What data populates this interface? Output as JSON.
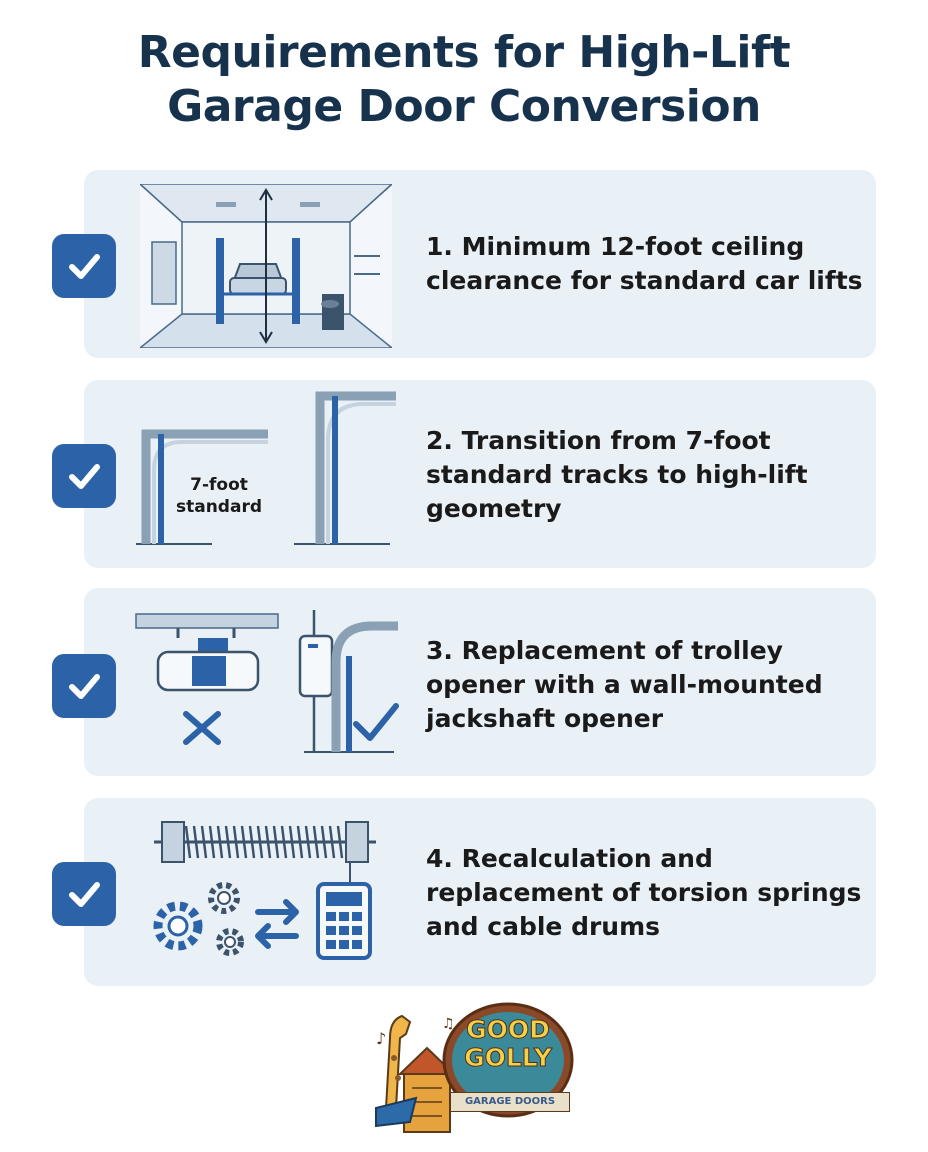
{
  "title_line1": "Requirements for High-Lift",
  "title_line2": "Garage Door Conversion",
  "items": [
    {
      "text": "1. Minimum 12-foot ceiling clearance for standard car lifts"
    },
    {
      "text": "2. Transition from 7-foot standard tracks to high-lift geometry",
      "illustration_label_1": "7-foot",
      "illustration_label_2": "standard"
    },
    {
      "text": "3. Replacement of trolley opener with a wall-mounted jackshaft opener"
    },
    {
      "text": "4. Recalculation and replacement of torsion springs and cable drums"
    }
  ],
  "logo": {
    "line1": "GOOD",
    "line2": "GOLLY",
    "banner": "GARAGE DOORS"
  },
  "colors": {
    "title": "#17324d",
    "accent": "#2c62a8",
    "card": "#e9f0f6",
    "line": "#4a6a8a"
  },
  "icons": [
    "check-icon",
    "garage-lift-icon",
    "track-icon",
    "opener-icon",
    "spring-icon",
    "gear-icon",
    "calculator-icon",
    "x-icon"
  ]
}
